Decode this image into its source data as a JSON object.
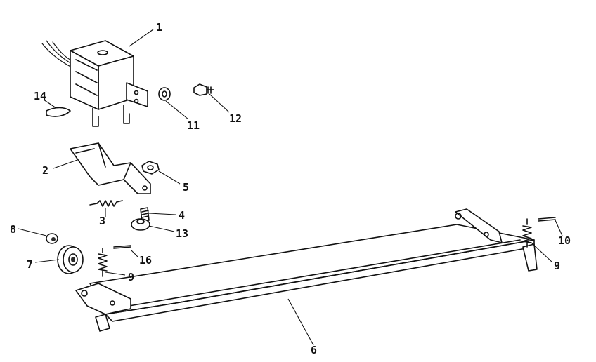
{
  "callouts": [
    {
      "id": "1",
      "text": "1"
    },
    {
      "id": "2",
      "text": "2"
    },
    {
      "id": "3",
      "text": "3"
    },
    {
      "id": "4",
      "text": "4"
    },
    {
      "id": "5",
      "text": "5"
    },
    {
      "id": "6",
      "text": "6"
    },
    {
      "id": "7",
      "text": "7"
    },
    {
      "id": "8",
      "text": "8"
    },
    {
      "id": "9a",
      "text": "9"
    },
    {
      "id": "9b",
      "text": "9"
    },
    {
      "id": "10",
      "text": "10"
    },
    {
      "id": "11",
      "text": "11"
    },
    {
      "id": "12",
      "text": "12"
    },
    {
      "id": "13",
      "text": "13"
    },
    {
      "id": "14",
      "text": "14"
    },
    {
      "id": "16",
      "text": "16"
    }
  ],
  "colors": {
    "ink": "#111111",
    "background": "#ffffff"
  }
}
